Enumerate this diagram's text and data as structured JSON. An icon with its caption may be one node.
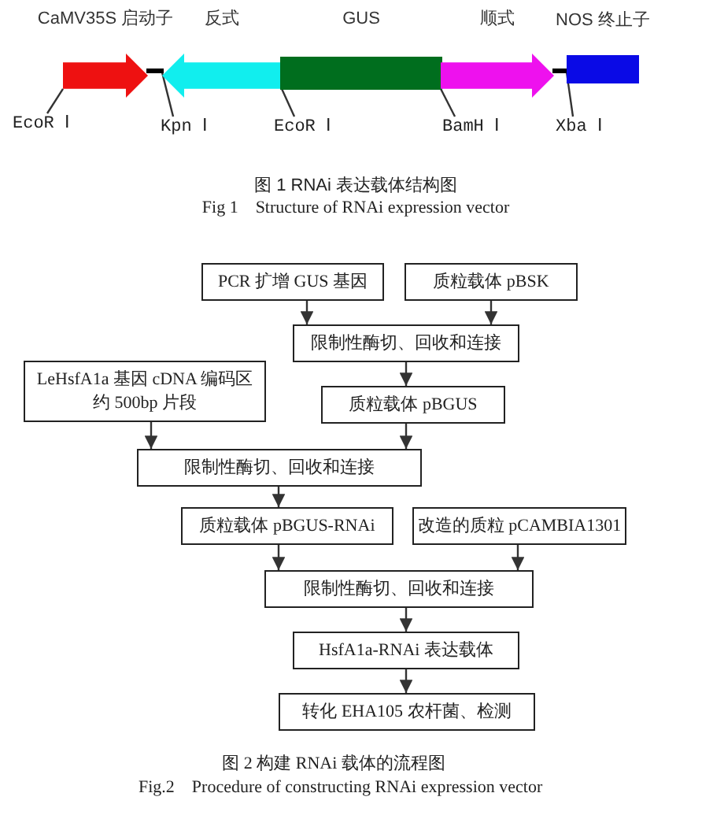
{
  "diagram": {
    "nodes": [
      {
        "text": [
          "CaMV35S 启动子"
        ]
      },
      {
        "text": [
          "反式"
        ]
      },
      {
        "text": [
          "GUS"
        ]
      },
      {
        "text": [
          "顺式"
        ]
      },
      {
        "text": [
          "NOS 终止子"
        ]
      },
      {
        "text": [
          "EcoR Ⅰ"
        ]
      },
      {
        "text": [
          "Kpn Ⅰ"
        ]
      },
      {
        "text": [
          "EcoR Ⅰ"
        ]
      },
      {
        "text": [
          "BamH Ⅰ"
        ]
      },
      {
        "text": [
          "Xba Ⅰ"
        ]
      },
      {
        "text": [
          "PCR 扩增 GUS 基因"
        ]
      },
      {
        "text": [
          "质粒载体 pBSK"
        ]
      },
      {
        "text": [
          "限制性酶切、回收和连接"
        ]
      },
      {
        "text": [
          "LeHsfA1a 基因 cDNA 编码区约 500bp 片段"
        ]
      },
      {
        "text": [
          "质粒载体 pBGUS"
        ]
      },
      {
        "text": [
          "限制性酶切、回收和连接"
        ]
      },
      {
        "text": [
          "质粒载体 pBGUS-RNAi"
        ]
      },
      {
        "text": [
          "改造的质粒 pCAMBIA1301"
        ]
      },
      {
        "text": [
          "限制性酶切、回收和连接"
        ]
      },
      {
        "text": [
          "HsfA1a-RNAi 表达载体"
        ]
      },
      {
        "text": [
          "转化 EHA105 农杆菌、检测"
        ]
      }
    ],
    "edges": [
      {
        "from": 5,
        "to": 0,
        "arrow": "none"
      },
      {
        "from": 6,
        "to": 1,
        "arrow": "none"
      },
      {
        "from": 7,
        "to": 1,
        "arrow": "none"
      },
      {
        "from": 8,
        "to": 3,
        "arrow": "none"
      },
      {
        "from": 9,
        "to": 4,
        "arrow": "none"
      },
      {
        "from": 10,
        "to": 12,
        "arrow": "to"
      },
      {
        "from": 11,
        "to": 12,
        "arrow": "to"
      },
      {
        "from": 12,
        "to": 14,
        "arrow": "to"
      },
      {
        "from": 13,
        "to": 15,
        "arrow": "to"
      },
      {
        "from": 14,
        "to": 15,
        "arrow": "to"
      },
      {
        "from": 15,
        "to": 16,
        "arrow": "to"
      },
      {
        "from": 16,
        "to": 18,
        "arrow": "to"
      },
      {
        "from": 17,
        "to": 18,
        "arrow": "to"
      },
      {
        "from": 18,
        "to": 19,
        "arrow": "to"
      },
      {
        "from": 19,
        "to": 20,
        "arrow": "to"
      },
      {
        "from": 0,
        "to": 1,
        "arrow": "none",
        "style": "thick",
        "color": "#000000"
      },
      {
        "from": 3,
        "to": 4,
        "arrow": "none",
        "style": "thick",
        "color": "#000000"
      }
    ],
    "labels": [
      "图 1 RNAi 表达载体结构图",
      "Fig 1    Structure of RNAi expression vector",
      "图 2 构建 RNAi 载体的流程图",
      "Fig.2    Procedure of constructing RNAi expression vector"
    ]
  }
}
